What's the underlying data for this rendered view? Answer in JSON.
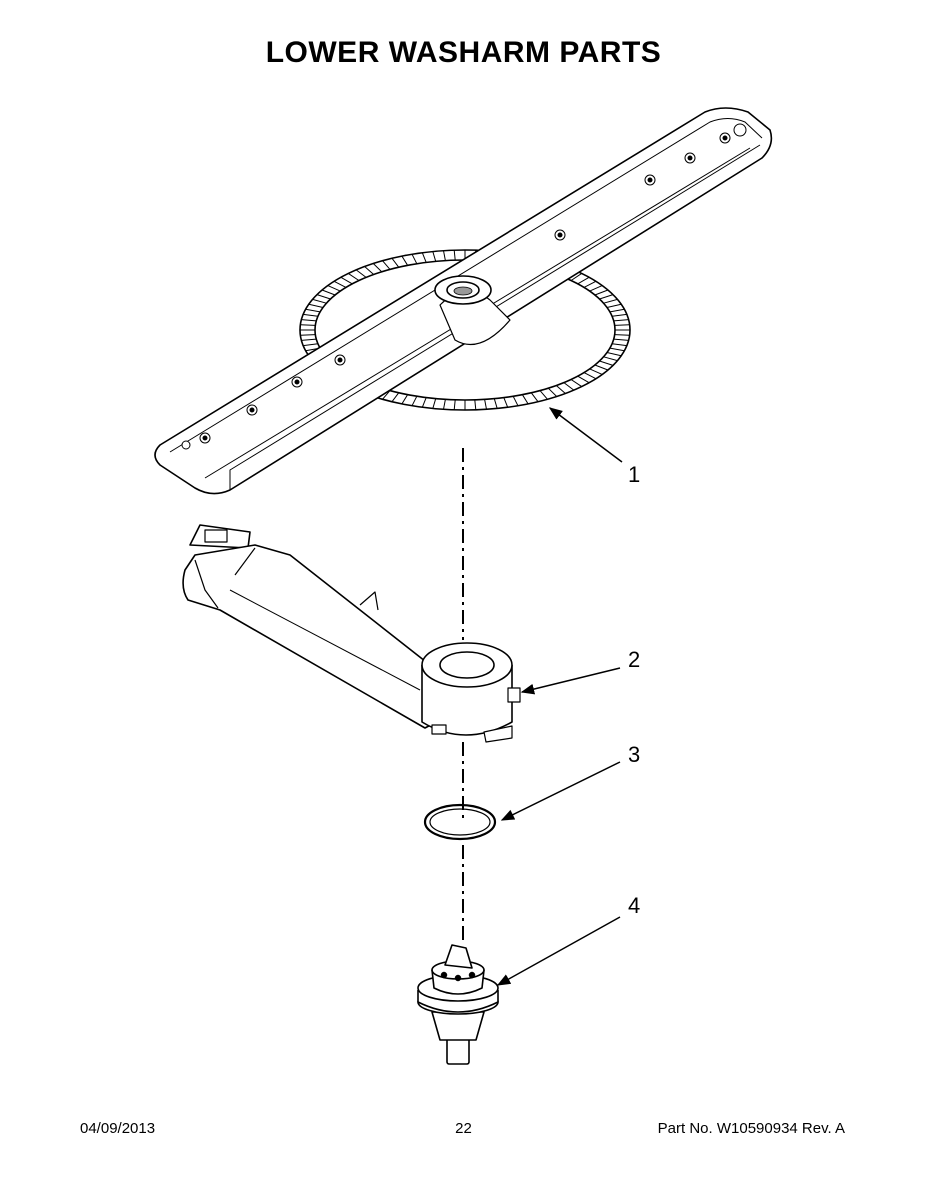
{
  "title": "LOWER WASHARM PARTS",
  "callouts": [
    "1",
    "2",
    "3",
    "4"
  ],
  "footer": {
    "date": "04/09/2013",
    "page": "22",
    "part_no": "Part No.  W10590934  Rev.  A"
  }
}
